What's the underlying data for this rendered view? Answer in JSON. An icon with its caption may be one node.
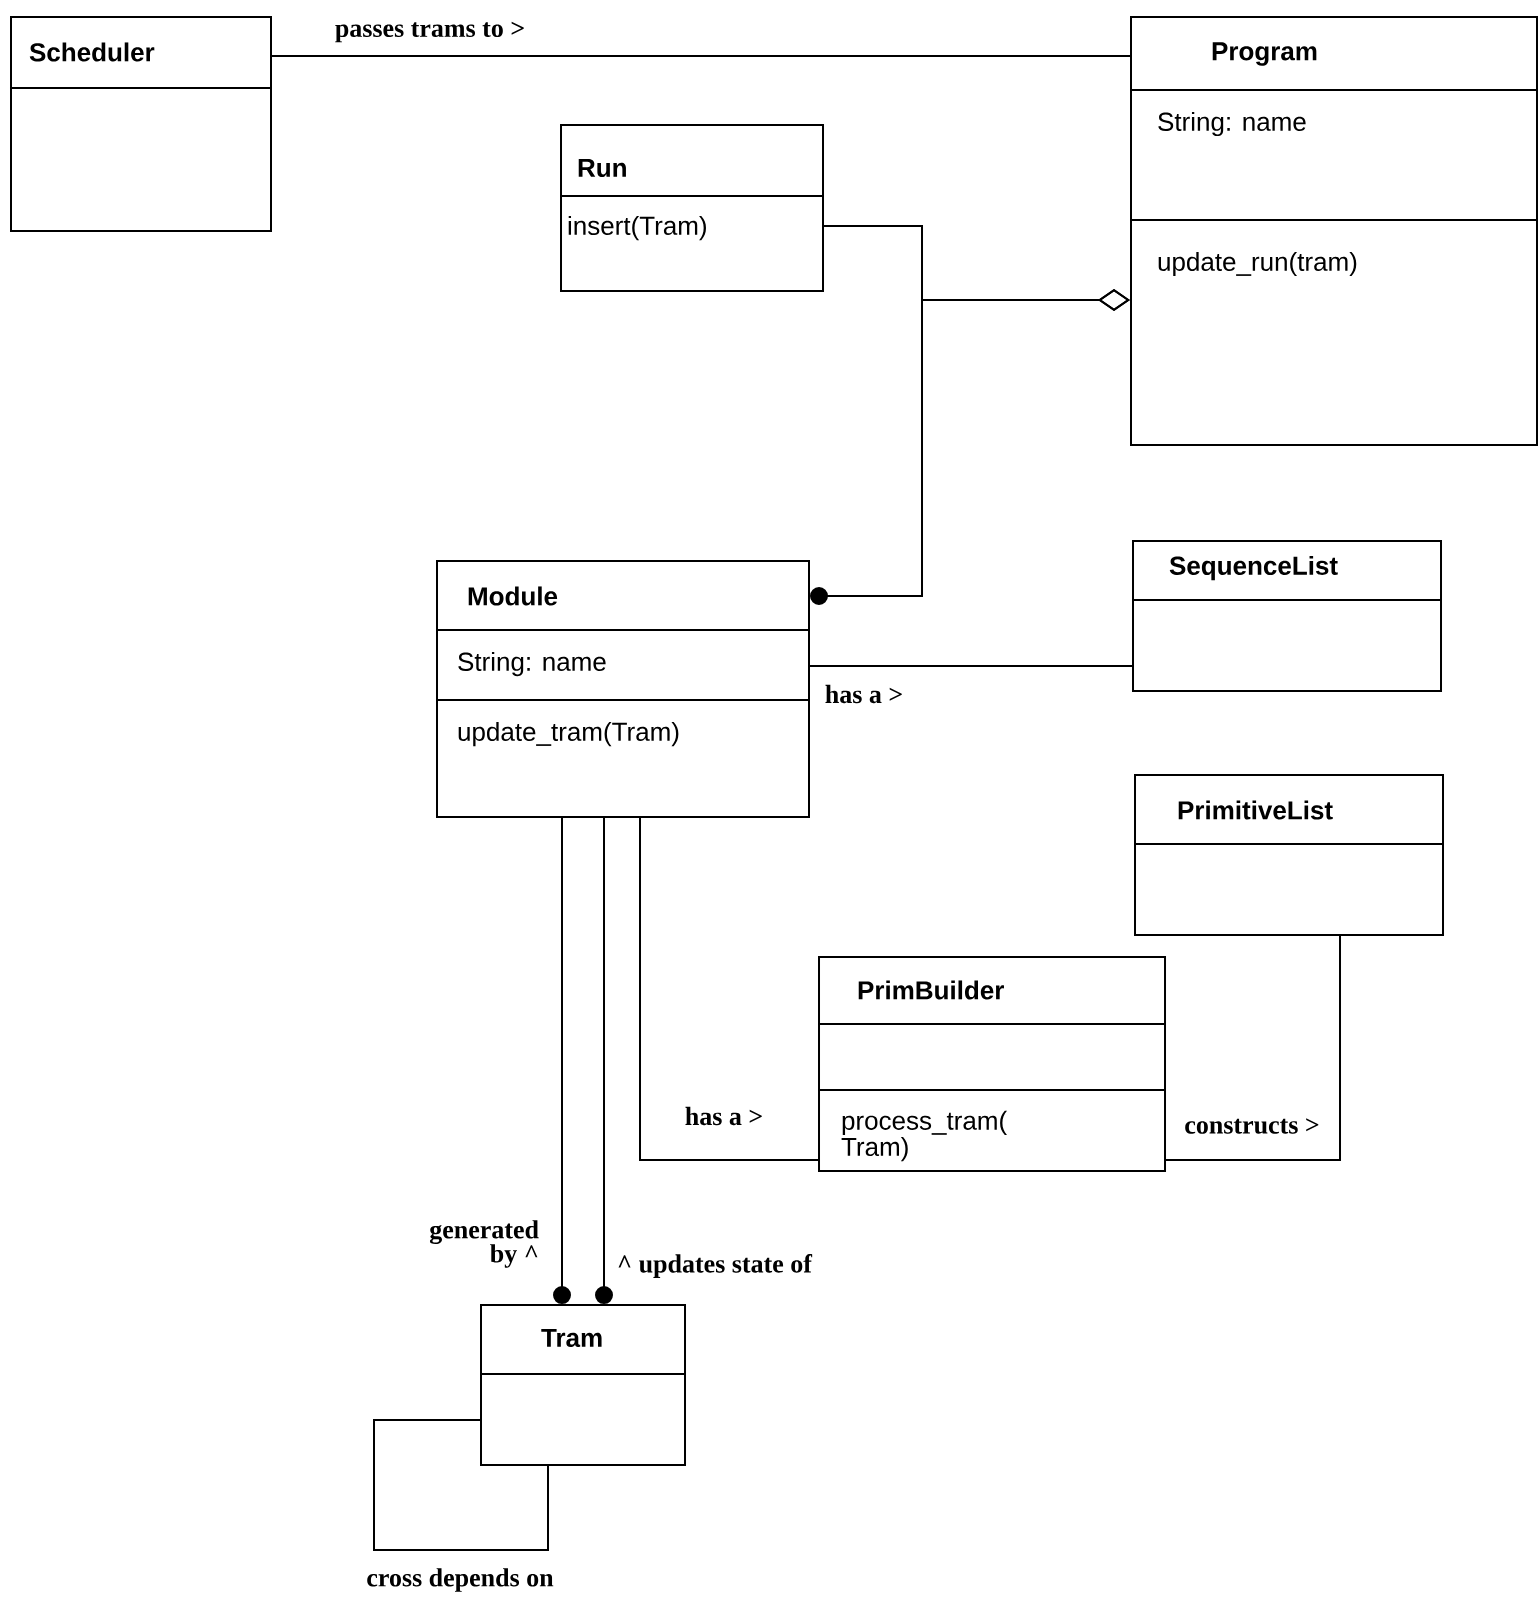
{
  "diagram": {
    "nodes": [
      {
        "text": [
          "Scheduler"
        ]
      },
      {
        "text": [
          "Program",
          "String: name",
          "update_run(tram)"
        ]
      },
      {
        "text": [
          "Run",
          "insert(Tram)"
        ]
      },
      {
        "text": [
          "Module",
          "String: name",
          "update_tram(Tram)"
        ]
      },
      {
        "text": [
          "SequenceList"
        ]
      },
      {
        "text": [
          "PrimitiveList"
        ]
      },
      {
        "text": [
          "PrimBuilder",
          "process_tram( Tram)"
        ]
      },
      {
        "text": [
          "Tram"
        ]
      }
    ],
    "edges": [
      {
        "from": 0,
        "to": 1,
        "arrow": "none",
        "label": "passes trams to >"
      },
      {
        "from": 2,
        "to": 1,
        "arrow": "other"
      },
      {
        "from": 3,
        "to": 1,
        "arrow": "other"
      },
      {
        "from": 3,
        "to": 4,
        "arrow": "none",
        "label": "has a >"
      },
      {
        "from": 3,
        "to": 6,
        "arrow": "none",
        "label": "has a >"
      },
      {
        "from": 6,
        "to": 5,
        "arrow": "none",
        "label": "constructs >"
      },
      {
        "from": 3,
        "to": 7,
        "arrow": "other",
        "label": "generated by ^"
      },
      {
        "from": 3,
        "to": 7,
        "arrow": "other",
        "label": "^ updates state of"
      },
      {
        "from": 7,
        "to": 7,
        "arrow": "none",
        "label": "cross depends on"
      }
    ]
  }
}
